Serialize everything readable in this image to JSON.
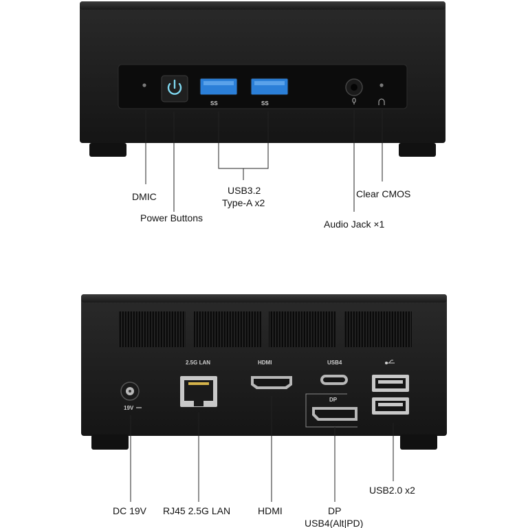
{
  "front": {
    "labels": {
      "dmic": "DMIC",
      "power": "Power Buttons",
      "usb_line1": "USB3.2",
      "usb_line2": "Type-A x2",
      "clear_cmos": "Clear CMOS",
      "audio": "Audio Jack ×1"
    },
    "port_marks": {
      "usb_ss": "SS"
    }
  },
  "rear": {
    "labels": {
      "dc": "DC 19V",
      "lan": "RJ45 2.5G LAN",
      "hdmi": "HDMI",
      "dp_line1": "DP",
      "dp_line2": "USB4(Alt|PD)",
      "usb2": "USB2.0 x2"
    },
    "port_marks": {
      "lan": "2.5G LAN",
      "hdmi": "HDMI",
      "usb4": "USB4",
      "dp": "DP",
      "dc": "19V"
    }
  },
  "colors": {
    "body": "#1e1e1e",
    "panel": "#0d0d0d",
    "usb_blue": "#2b7fd8",
    "power_glow": "#7fd8f0"
  }
}
